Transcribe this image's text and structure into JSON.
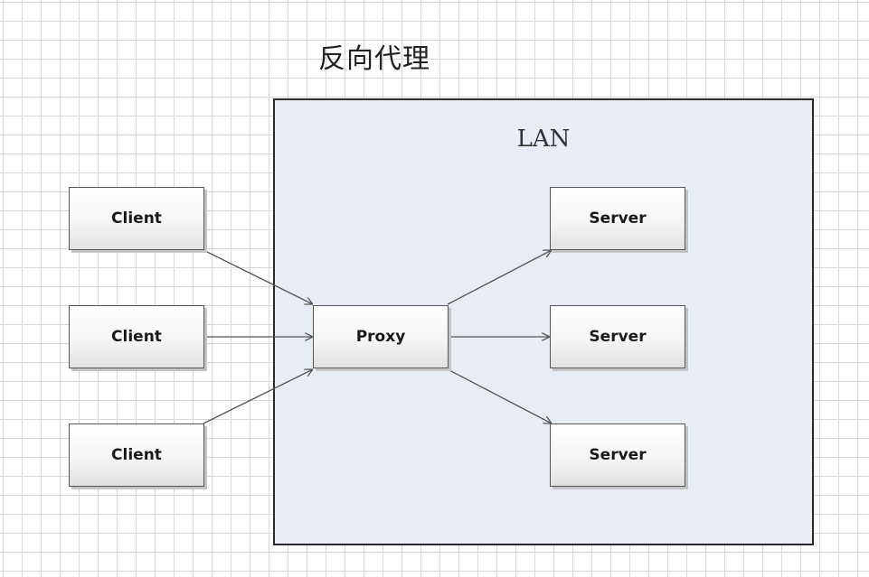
{
  "title": "反向代理",
  "lan": {
    "label": "LAN"
  },
  "clients": [
    {
      "label": "Client"
    },
    {
      "label": "Client"
    },
    {
      "label": "Client"
    }
  ],
  "proxy": {
    "label": "Proxy"
  },
  "servers": [
    {
      "label": "Server"
    },
    {
      "label": "Server"
    },
    {
      "label": "Server"
    }
  ],
  "colors": {
    "lan_fill": "#e8edf5",
    "border": "#2a2a2a",
    "connector": "#555555",
    "grid": "#d6d6d6"
  }
}
